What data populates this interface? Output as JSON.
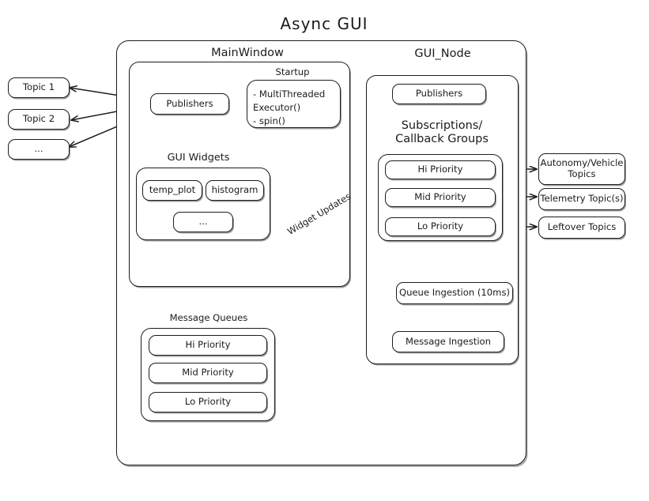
{
  "diagram": {
    "title": "Async  GUI",
    "type": "architecture-block-diagram"
  },
  "left_topics": [
    {
      "label": "Topic 1"
    },
    {
      "label": "Topic 2"
    },
    {
      "label": "..."
    }
  ],
  "outer_container": {
    "sections": [
      "MainWindow",
      "GUI_Node"
    ]
  },
  "main_window": {
    "title": "MainWindow",
    "publishers": {
      "label": "Publishers"
    },
    "startup": {
      "title": "Startup",
      "items": "-  MultiThreaded\n   Executor()\n-  spin()"
    },
    "gui_widgets": {
      "title": "GUI Widgets",
      "widgets": [
        {
          "label": "temp_plot"
        },
        {
          "label": "histogram"
        },
        {
          "label": "..."
        }
      ]
    },
    "message_queues": {
      "title": "Message Queues",
      "queues": [
        {
          "label": "Hi Priority"
        },
        {
          "label": "Mid Priority"
        },
        {
          "label": "Lo Priority"
        }
      ]
    }
  },
  "gui_node": {
    "title": "GUI_Node",
    "publishers": {
      "label": "Publishers"
    },
    "subscriptions": {
      "title": "Subscriptions/\nCallback Groups",
      "groups": [
        {
          "label": "Hi Priority"
        },
        {
          "label": "Mid Priority"
        },
        {
          "label": "Lo Priority"
        }
      ]
    },
    "queue_ingestion": {
      "label": "Queue Ingestion (10ms)"
    },
    "message_ingestion": {
      "label": "Message Ingestion"
    }
  },
  "right_topics": [
    {
      "label": "Autonomy/Vehicle\nTopics"
    },
    {
      "label": "Telemetry Topic(s)"
    },
    {
      "label": "Leftover Topics"
    }
  ],
  "edges": {
    "widget_updates": {
      "label": "Widget Updates"
    }
  },
  "colors": {
    "stroke": "#1d1d1d",
    "background": "#ffffff",
    "shadow": "#5a5a5a"
  }
}
